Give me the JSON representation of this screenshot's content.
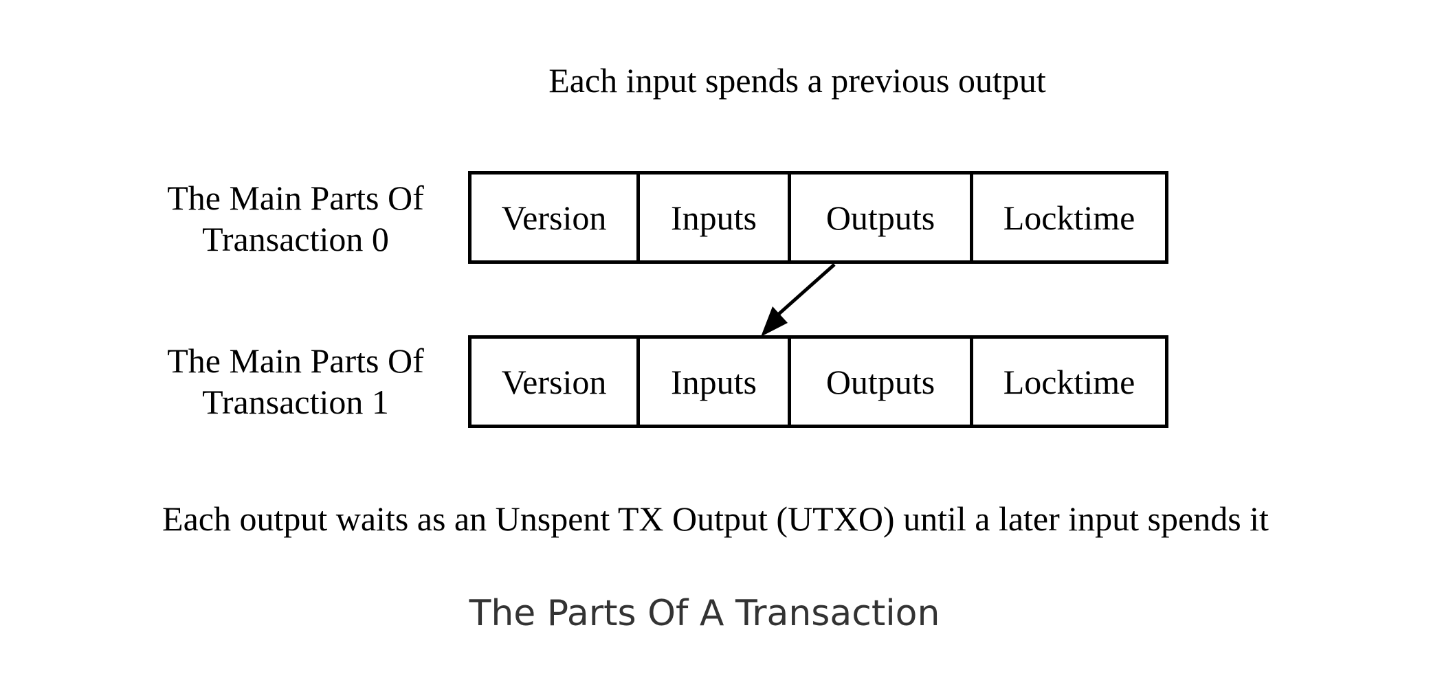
{
  "diagram": {
    "top_caption": "Each input spends a previous output",
    "transactions": [
      {
        "label_line1": "The Main Parts Of",
        "label_line2": "Transaction 0",
        "parts": [
          "Version",
          "Inputs",
          "Outputs",
          "Locktime"
        ]
      },
      {
        "label_line1": "The Main Parts Of",
        "label_line2": "Transaction 1",
        "parts": [
          "Version",
          "Inputs",
          "Outputs",
          "Locktime"
        ]
      }
    ],
    "bottom_caption": "Each output waits as an Unspent TX Output (UTXO) until a later input spends it"
  },
  "figure_caption": "The Parts Of A Transaction",
  "colors": {
    "ink": "#000000",
    "caption": "#333333",
    "background": "#ffffff"
  }
}
